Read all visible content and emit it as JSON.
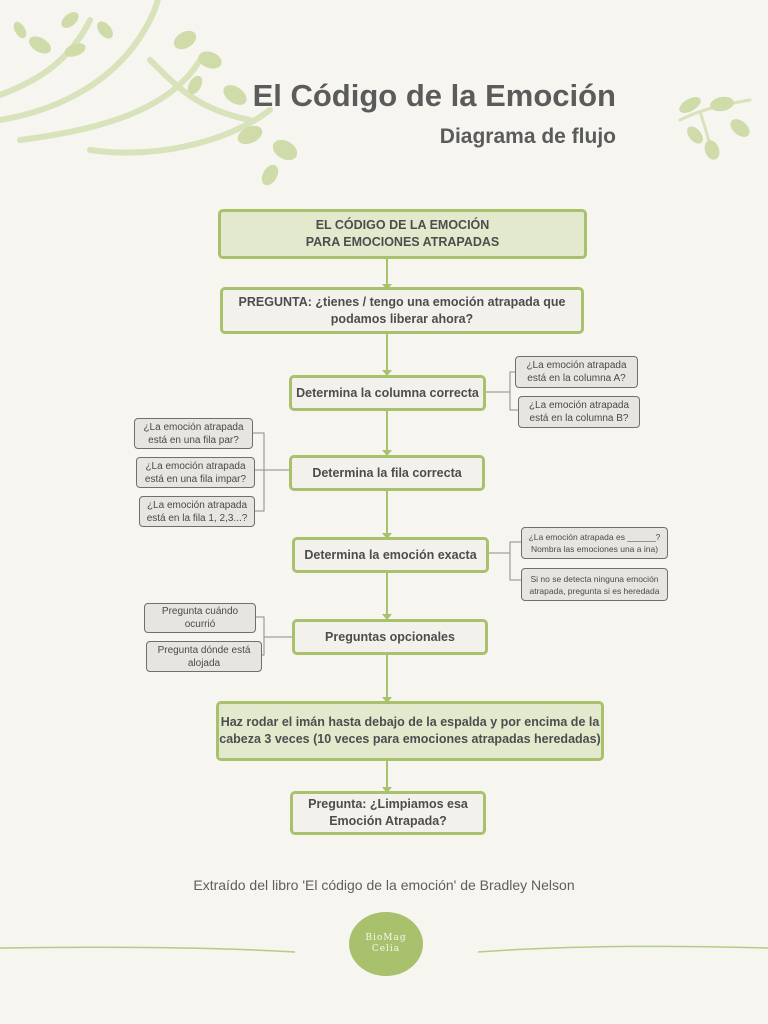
{
  "header": {
    "title": "El Código de la Emoción",
    "subtitle": "Diagrama de flujo"
  },
  "flow": {
    "start": "EL CÓDIGO DE LA EMOCIÓN\nPARA EMOCIONES ATRAPADAS",
    "question": "PREGUNTA: ¿tienes / tengo una emoción atrapada que\npodamos liberar ahora?",
    "column": "Determina la columna correcta",
    "row": "Determina la fila correcta",
    "emotion": "Determina la emoción exacta",
    "optional": "Preguntas opcionales",
    "magnet": "Haz rodar el imán hasta debajo de la espalda y por encima de la\ncabeza 3 veces (10 veces para emociones atrapadas heredadas)",
    "final": "Pregunta: ¿Limpiamos esa\nEmoción Atrapada?"
  },
  "notes": {
    "column_a": "¿La emoción atrapada\nestá en la columna A?",
    "column_b": "¿La emoción atrapada\nestá en la columna B?",
    "row_even": "¿La emoción atrapada\nestá en una fila par?",
    "row_odd": "¿La emoción atrapada\nestá en una fila impar?",
    "row_number": "¿La emoción atrapada\nestá en la fila 1, 2,3...?",
    "emotion_name": "¿La emoción atrapada es ______?\nNombra las emociones una a ina)",
    "inherited": "Si no se detecta ninguna emoción\natrapada, pregunta si es heredada",
    "when": "Pregunta cuándo\nocurrió",
    "where": "Pregunta dónde está\nalojada"
  },
  "footer": {
    "credit": "Extraído del libro 'El código de la emoción' de Bradley Nelson",
    "logo_line1": "BioMag",
    "logo_line2": "Celia"
  },
  "colors": {
    "accent": "#a9c16c",
    "leaf": "#cfdba8",
    "background": "#f6f5f0"
  }
}
